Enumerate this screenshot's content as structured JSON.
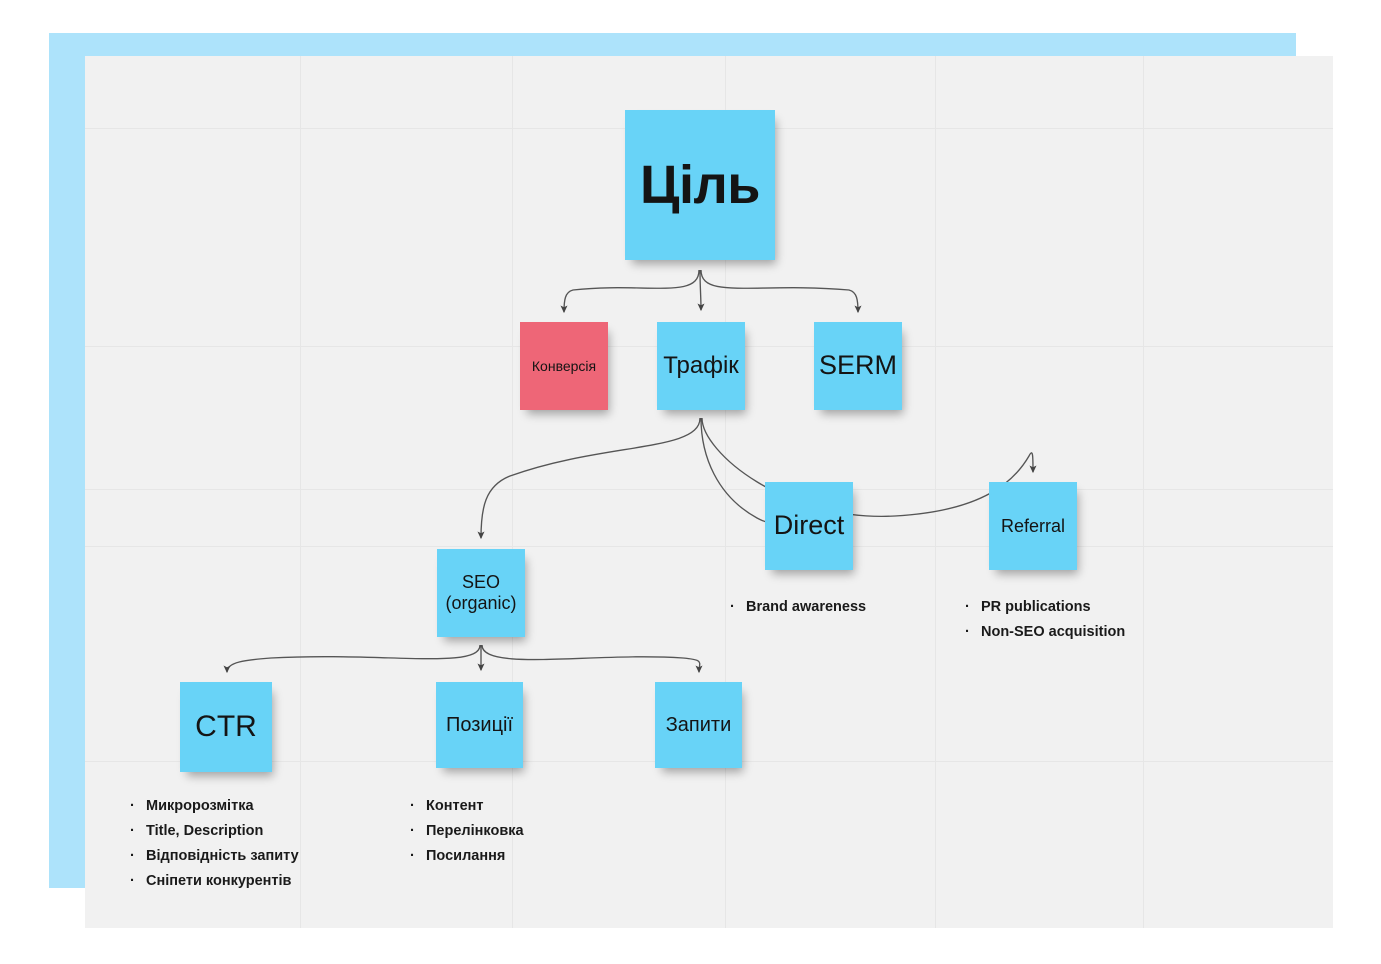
{
  "diagram": {
    "title": "SEO goal tree mindmap",
    "colors": {
      "note_blue": "#68d3f7",
      "note_red": "#ee6677",
      "canvas_bg": "#f1f1f1",
      "backsheet_blue": "#ade3fb",
      "grid_line": "#e6e6e6",
      "text": "#141414",
      "connector": "#555555"
    },
    "nodes": {
      "goal": "Ціль",
      "conversion": "Конверсія",
      "traffic": "Трафік",
      "serm": "SERM",
      "seo_line1": "SEO",
      "seo_line2": "(organic)",
      "direct": "Direct",
      "referral": "Referral",
      "ctr": "CTR",
      "positions": "Позиції",
      "queries": "Запити"
    },
    "bullet_lists": {
      "direct": [
        "Brand awareness"
      ],
      "referral": [
        "PR publications",
        "Non-SEO acquisition"
      ],
      "ctr": [
        "Микророзмітка",
        "Title, Description",
        "Відповідність запиту",
        "Сніпети конкурентів"
      ],
      "positions": [
        "Контент",
        "Перелінковка",
        "Посилання"
      ]
    },
    "bullet_marker": "·",
    "edges": [
      {
        "from": "goal",
        "to": "conversion"
      },
      {
        "from": "goal",
        "to": "traffic"
      },
      {
        "from": "goal",
        "to": "serm"
      },
      {
        "from": "traffic",
        "to": "seo"
      },
      {
        "from": "traffic",
        "to": "direct"
      },
      {
        "from": "traffic",
        "to": "referral"
      },
      {
        "from": "seo",
        "to": "ctr"
      },
      {
        "from": "seo",
        "to": "positions"
      },
      {
        "from": "seo",
        "to": "queries"
      }
    ]
  }
}
